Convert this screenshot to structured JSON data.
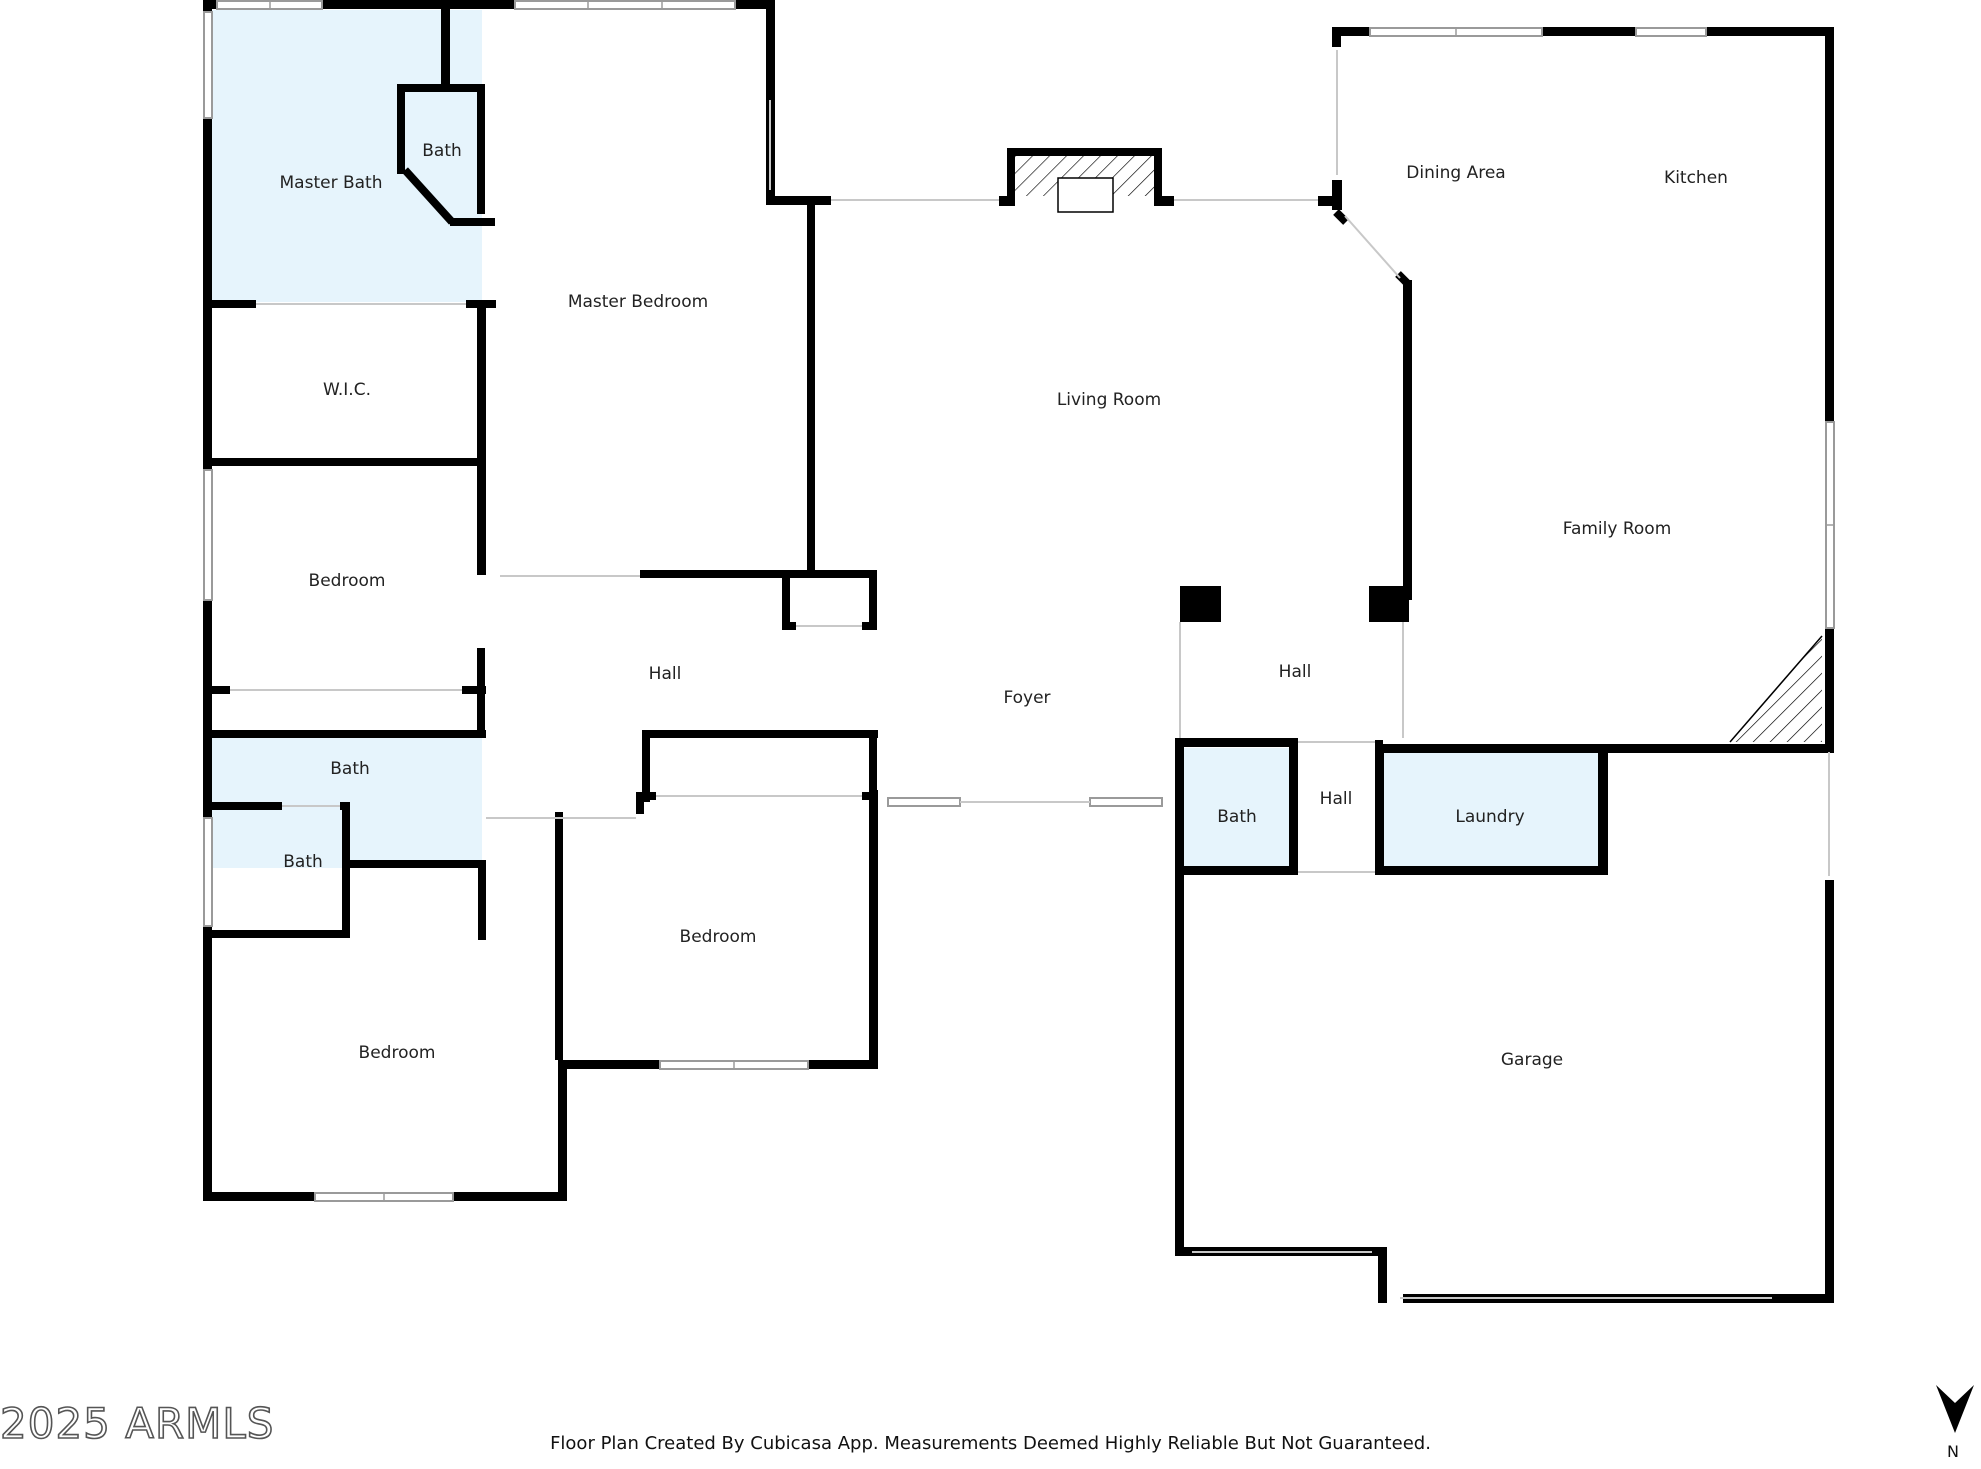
{
  "plan": {
    "fill_color": "#e6f4fc",
    "wall_color": "#000000",
    "rooms": {
      "master_bath": "Master Bath",
      "master_bath_wc": "Bath",
      "master_bedroom": "Master Bedroom",
      "wic": "W.I.C.",
      "bedroom_west": "Bedroom",
      "hall_west": "Hall",
      "bath_west": "Bath",
      "bath_west_small": "Bath",
      "bedroom_southwest": "Bedroom",
      "bedroom_south": "Bedroom",
      "living_room": "Living Room",
      "foyer": "Foyer",
      "dining_area": "Dining Area",
      "kitchen": "Kitchen",
      "family_room": "Family Room",
      "hall_east": "Hall",
      "bath_east": "Bath",
      "hall_small": "Hall",
      "laundry": "Laundry",
      "garage": "Garage"
    }
  },
  "footer": {
    "watermark": "2025 ARMLS",
    "disclaimer": "Floor Plan Created By Cubicasa App. Measurements Deemed Highly Reliable But Not Guaranteed.",
    "north_label": "N",
    "north_icon": "north-arrow-icon"
  }
}
